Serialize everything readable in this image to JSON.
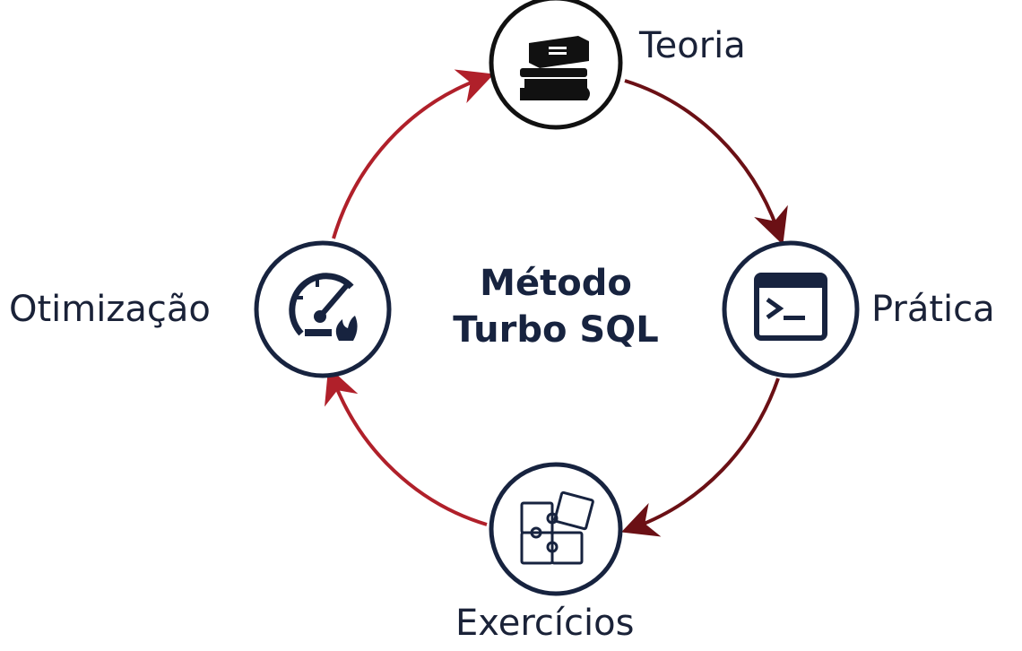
{
  "title_line1": "Método",
  "title_line2": "Turbo SQL",
  "steps": [
    {
      "label": "Teoria",
      "icon": "books-icon"
    },
    {
      "label": "Prática",
      "icon": "terminal-icon"
    },
    {
      "label": "Exercícios",
      "icon": "puzzle-icon"
    },
    {
      "label": "Otimização",
      "icon": "speedometer-fire-icon"
    }
  ],
  "colors": {
    "navy": "#17233f",
    "arrow_red": "#b0202a",
    "arrow_dark": "#6b1015"
  }
}
